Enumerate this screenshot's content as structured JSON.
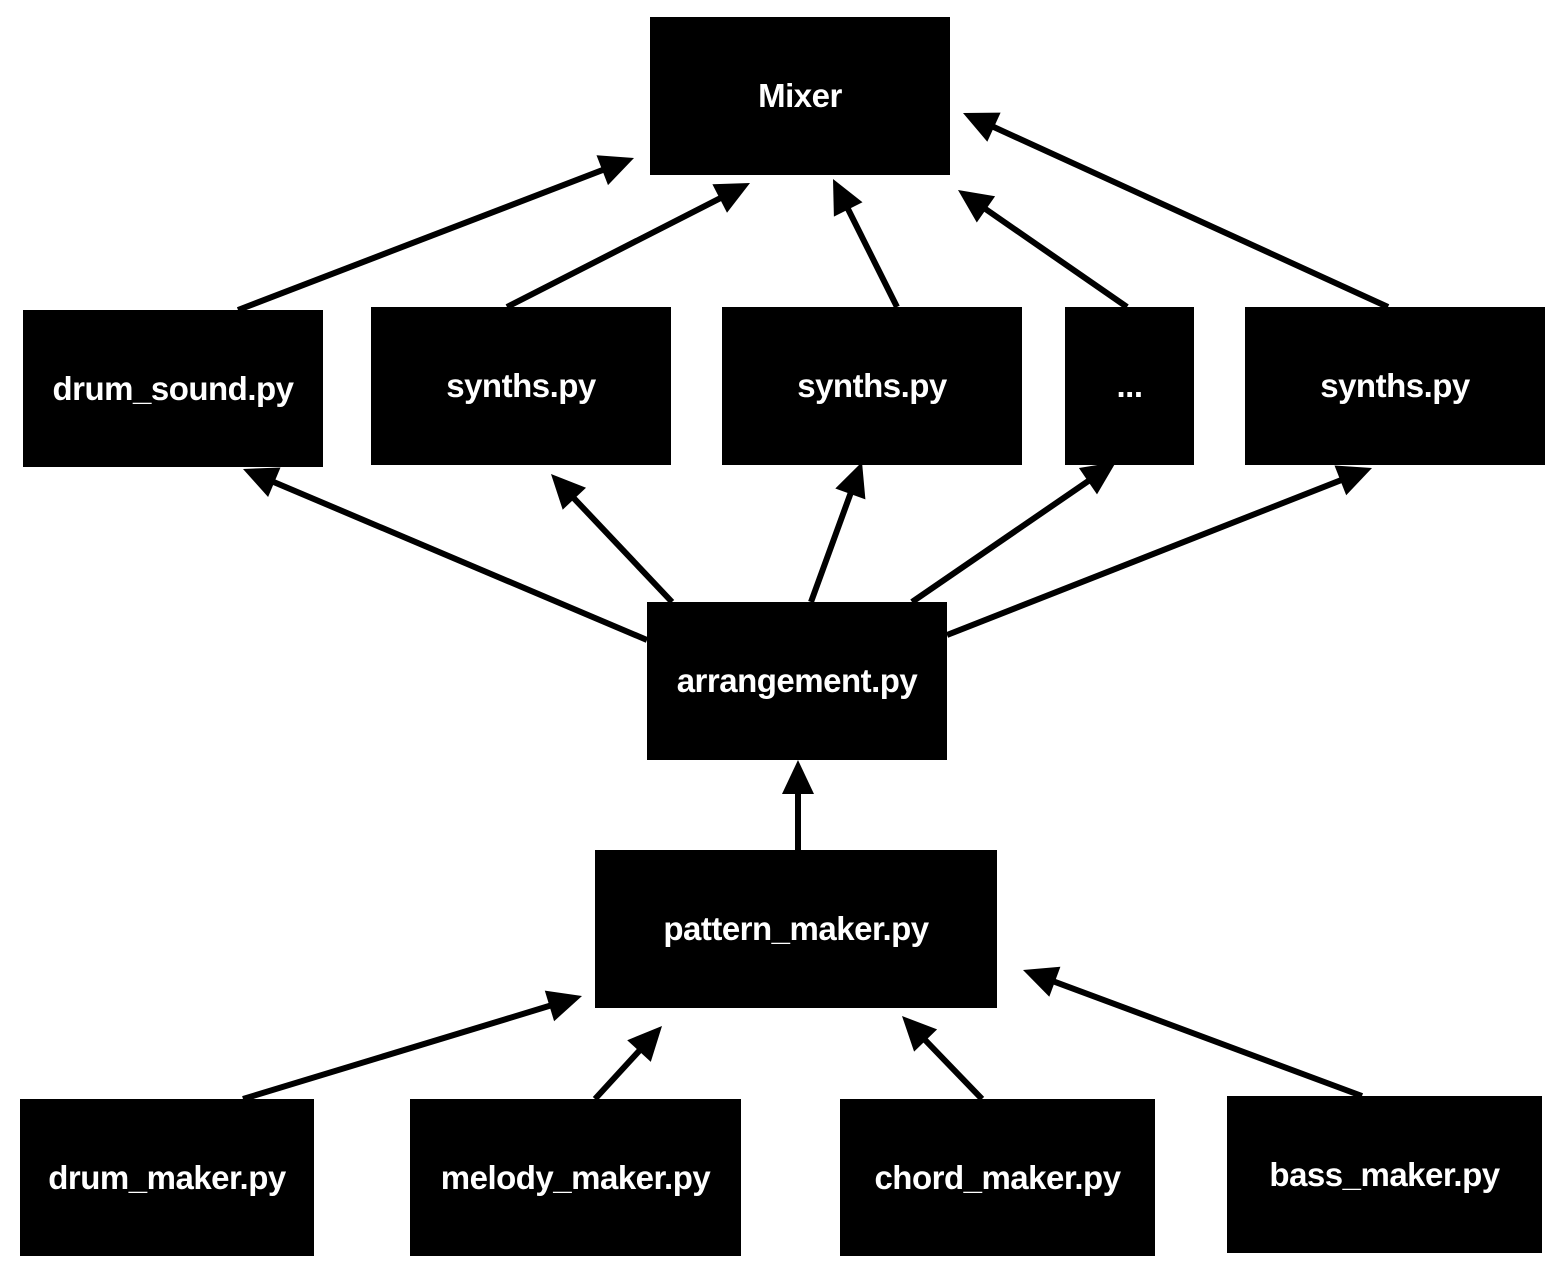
{
  "nodes": {
    "mixer": "Mixer",
    "drum_sound": "drum_sound.py",
    "synths_1": "synths.py",
    "synths_2": "synths.py",
    "ellipsis": "...",
    "synths_3": "synths.py",
    "arrangement": "arrangement.py",
    "pattern_maker": "pattern_maker.py",
    "drum_maker": "drum_maker.py",
    "melody_maker": "melody_maker.py",
    "chord_maker": "chord_maker.py",
    "bass_maker": "bass_maker.py"
  },
  "edges": [
    {
      "from": "drum_sound",
      "to": "mixer"
    },
    {
      "from": "synths_1",
      "to": "mixer"
    },
    {
      "from": "synths_2",
      "to": "mixer"
    },
    {
      "from": "ellipsis",
      "to": "mixer"
    },
    {
      "from": "synths_3",
      "to": "mixer"
    },
    {
      "from": "arrangement",
      "to": "drum_sound"
    },
    {
      "from": "arrangement",
      "to": "synths_1"
    },
    {
      "from": "arrangement",
      "to": "synths_2"
    },
    {
      "from": "arrangement",
      "to": "ellipsis"
    },
    {
      "from": "arrangement",
      "to": "synths_3"
    },
    {
      "from": "pattern_maker",
      "to": "arrangement"
    },
    {
      "from": "drum_maker",
      "to": "pattern_maker"
    },
    {
      "from": "melody_maker",
      "to": "pattern_maker"
    },
    {
      "from": "chord_maker",
      "to": "pattern_maker"
    },
    {
      "from": "bass_maker",
      "to": "pattern_maker"
    }
  ],
  "colors": {
    "node_fill": "#000000",
    "node_text": "#ffffff",
    "arrow": "#000000",
    "background": "#ffffff"
  }
}
